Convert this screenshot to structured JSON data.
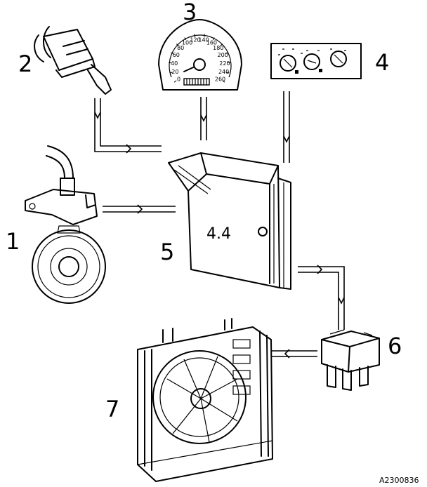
{
  "labels": {
    "flywheel_sensor": "1",
    "coolant_sensor": "2",
    "speedometer": "3",
    "climate_panel": "4",
    "control_unit": "5",
    "relay": "6",
    "radiator_fan": "7"
  },
  "control_unit_text": "4.4",
  "speedometer_ticks": [
    "0",
    "20",
    "40",
    "60",
    "80",
    "100",
    "120",
    "140",
    "160",
    "180",
    "200",
    "220",
    "240",
    "260"
  ],
  "figure_code": "A2300836"
}
